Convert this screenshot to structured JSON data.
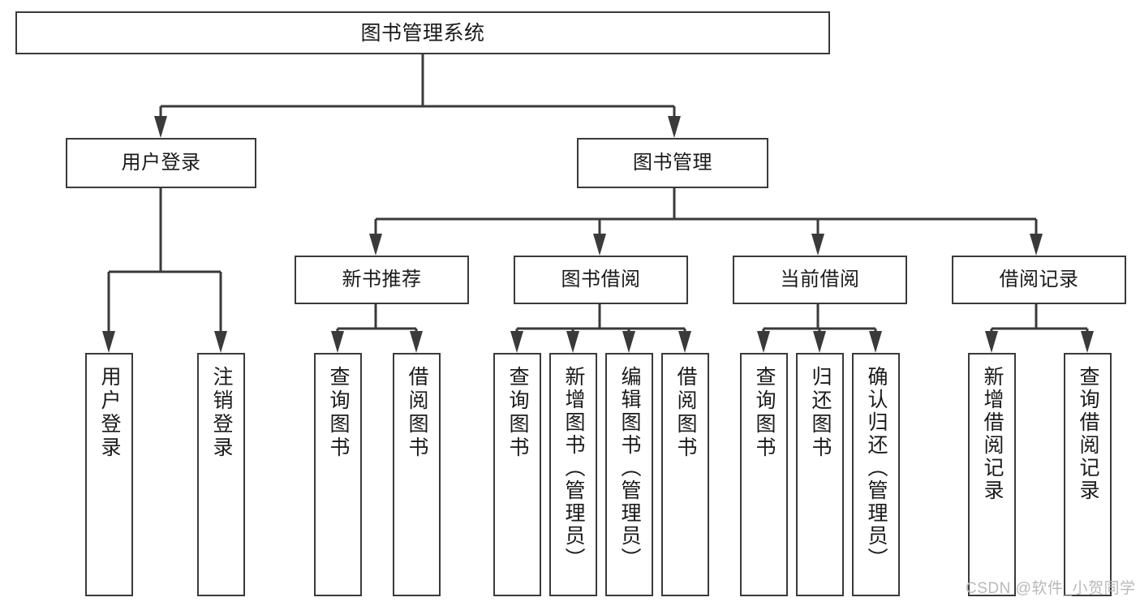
{
  "diagram": {
    "type": "tree",
    "title": "图书管理系统",
    "orientation": "top-down",
    "colors": {
      "box_border": "#3a3a3a",
      "box_fill": "#ffffff",
      "connector": "#3a3a3a",
      "text": "#1a1a1a",
      "watermark": "#b9b9b9",
      "background": "#ffffff"
    },
    "root": {
      "label": "图书管理系统"
    },
    "level2": [
      {
        "label": "用户登录"
      },
      {
        "label": "图书管理"
      }
    ],
    "level3": [
      {
        "label": "新书推荐"
      },
      {
        "label": "图书借阅"
      },
      {
        "label": "当前借阅"
      },
      {
        "label": "借阅记录"
      }
    ],
    "leaves": {
      "user_login": [
        {
          "label": "用户登录"
        },
        {
          "label": "注销登录"
        }
      ],
      "new_book_recommend": [
        {
          "label": "查询图书"
        },
        {
          "label": "借阅图书"
        }
      ],
      "book_borrow": [
        {
          "label": "查询图书"
        },
        {
          "label": "新增图书（管理员）"
        },
        {
          "label": "编辑图书（管理员）"
        },
        {
          "label": "借阅图书"
        }
      ],
      "current_borrow": [
        {
          "label": "查询图书"
        },
        {
          "label": "归还图书"
        },
        {
          "label": "确认归还（管理员）"
        }
      ],
      "borrow_record": [
        {
          "label": "新增借阅记录"
        },
        {
          "label": "查询借阅记录"
        }
      ]
    }
  },
  "watermark": {
    "text": "CSDN @软件_小贺同学"
  }
}
